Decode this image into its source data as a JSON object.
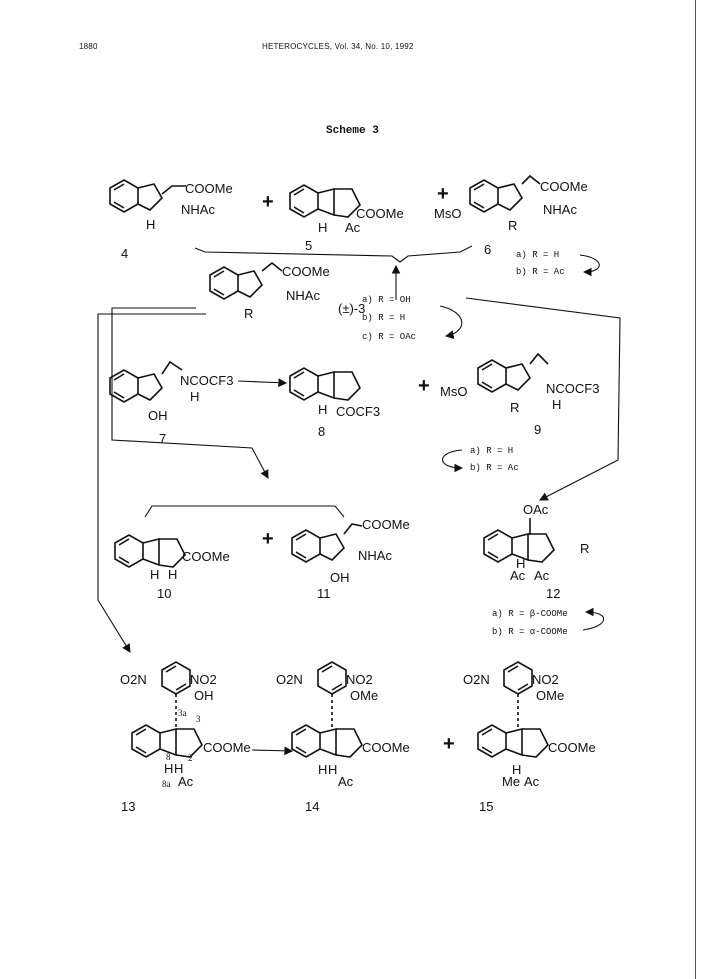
{
  "header": {
    "page_number": "1880",
    "journal": "HETEROCYCLES, Vol. 34, No. 10, 1992"
  },
  "scheme": {
    "title": "Scheme 3",
    "compounds": [
      {
        "id": "4",
        "labels": [
          "COOMe",
          "NHAc",
          "H"
        ]
      },
      {
        "id": "5",
        "labels": [
          "COOMe",
          "H",
          "Ac"
        ]
      },
      {
        "id": "6",
        "labels": [
          "MsO",
          "COOMe",
          "NHAc",
          "R"
        ]
      },
      {
        "id": "(±)-3",
        "labels": [
          "COOMe",
          "NHAc",
          "R"
        ]
      },
      {
        "id": "7",
        "labels": [
          "NCOCF3",
          "H",
          "OH"
        ]
      },
      {
        "id": "8",
        "labels": [
          "H",
          "COCF3"
        ]
      },
      {
        "id": "9",
        "labels": [
          "MsO",
          "NCOCF3",
          "H",
          "R"
        ]
      },
      {
        "id": "10",
        "labels": [
          "COOMe",
          "H",
          "H"
        ]
      },
      {
        "id": "11",
        "labels": [
          "COOMe",
          "NHAc",
          "OH"
        ]
      },
      {
        "id": "12",
        "labels": [
          "OAc",
          "R",
          "H",
          "Ac",
          "Ac"
        ]
      },
      {
        "id": "13",
        "labels": [
          "O2N",
          "NO2",
          "OH",
          "COOMe",
          "H",
          "H",
          "Ac",
          "3a",
          "3",
          "8",
          "2",
          "8a"
        ]
      },
      {
        "id": "14",
        "labels": [
          "O2N",
          "NO2",
          "OMe",
          "COOMe",
          "H",
          "H",
          "Ac"
        ]
      },
      {
        "id": "15",
        "labels": [
          "O2N",
          "NO2",
          "OMe",
          "COOMe",
          "H",
          "Me",
          "Ac"
        ]
      }
    ],
    "variants": {
      "c6": [
        "a)  R  =  H",
        "b)  R  =  Ac"
      ],
      "c3": [
        "a)  R  =  OH",
        "b)  R  =  H",
        "c)  R  =  OAc"
      ],
      "c9": [
        "a)  R  =  H",
        "b)  R  =  Ac"
      ],
      "c12": [
        "a)  R  =  β-COOMe",
        "b)  R  =  α-COOMe"
      ]
    }
  }
}
